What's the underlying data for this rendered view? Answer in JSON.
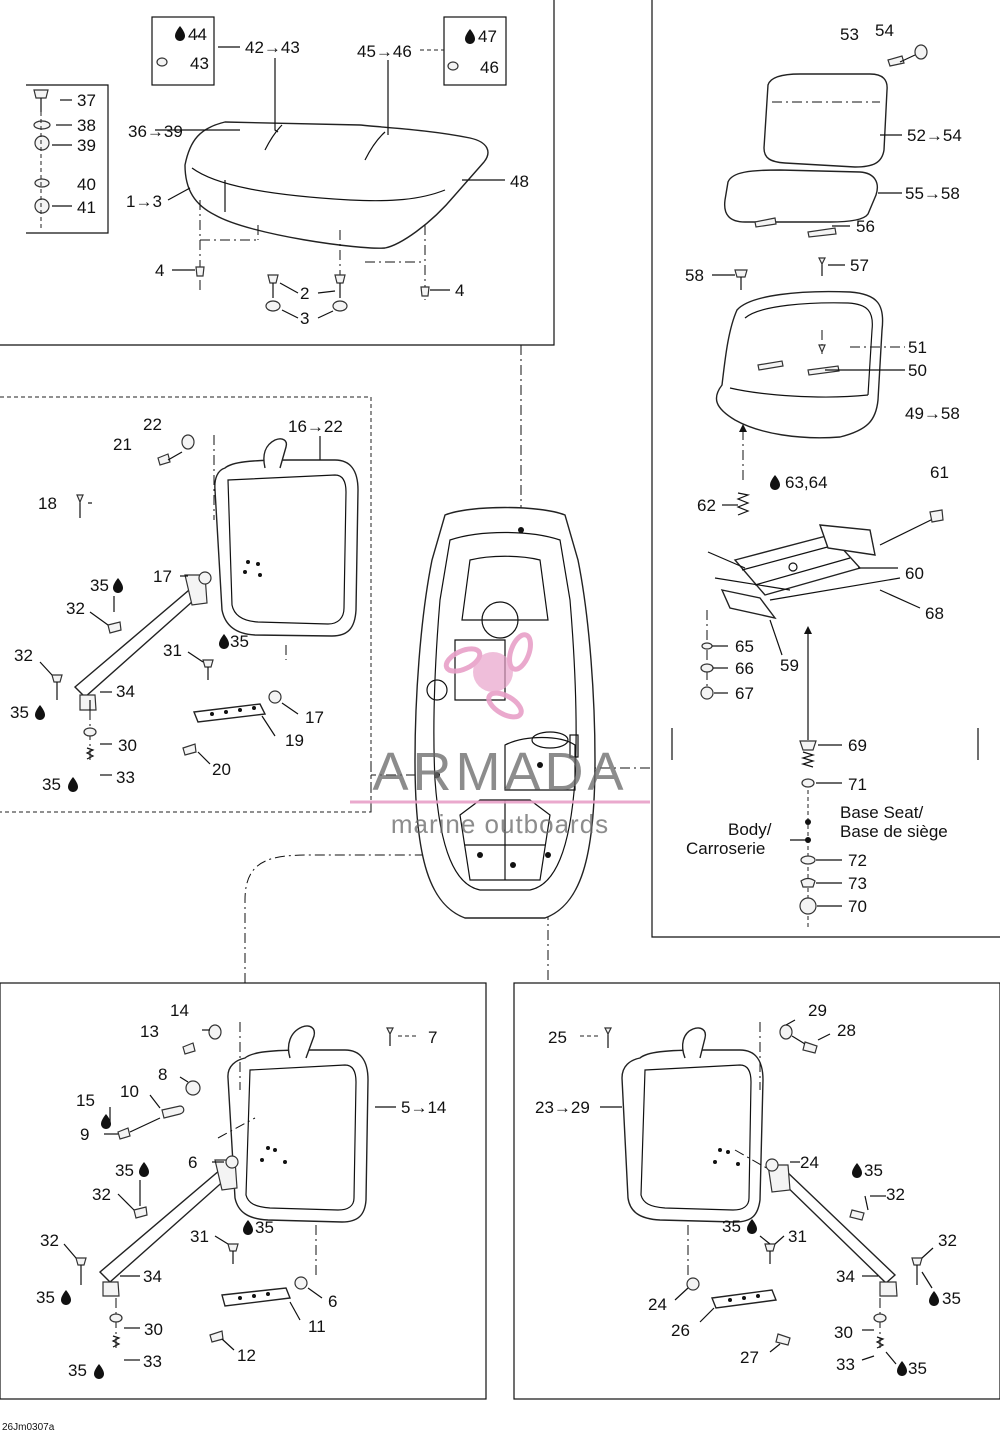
{
  "diagram_code": "26Jm0307a",
  "watermark": {
    "title": "ARMADA",
    "subtitle": "marine outboards",
    "accent_color": "#e8a0c8",
    "text_color": "#6a6a6a"
  },
  "base_labels": {
    "base_seat_en": "Base Seat/",
    "base_seat_fr": "Base de siège",
    "body_en": "Body/",
    "body_fr": "Carroserie"
  },
  "callouts": {
    "c44": "44",
    "c43": "43",
    "c42_43": "42→43",
    "c45_46": "45→46",
    "c47": "47",
    "c46": "46",
    "c37": "37",
    "c38": "38",
    "c39": "39",
    "c40": "40",
    "c41": "41",
    "c36_39": "36→39",
    "c1_3": "1→3",
    "c48": "48",
    "c4a": "4",
    "c4b": "4",
    "c2": "2",
    "c3": "3",
    "c53": "53",
    "c54": "54",
    "c52_54": "52→54",
    "c55_58": "55→58",
    "c56": "56",
    "c58": "58",
    "c57": "57",
    "c51": "51",
    "c50": "50",
    "c49_58": "49→58",
    "c61": "61",
    "c62": "62",
    "c63_64": "63,64",
    "c60": "60",
    "c68": "68",
    "c65": "65",
    "c66": "66",
    "c67": "67",
    "c59": "59",
    "c69": "69",
    "c71": "71",
    "c72": "72",
    "c73": "73",
    "c70": "70",
    "c22": "22",
    "c21": "21",
    "c16_22": "16→22",
    "c18": "18",
    "c35a": "35",
    "c17a": "17",
    "c32a": "32",
    "c31a": "31",
    "c35b": "35",
    "c32b": "32",
    "c34a": "34",
    "c35c": "35",
    "c17b": "17",
    "c19": "19",
    "c30a": "30",
    "c20": "20",
    "c35d": "35",
    "c33a": "33",
    "c14": "14",
    "c13": "13",
    "c7": "7",
    "c8": "8",
    "c10": "10",
    "c15": "15",
    "c9": "9",
    "c5_14": "5→14",
    "c35e": "35",
    "c6a": "6",
    "c32c": "32",
    "c31b": "31",
    "c35f": "35",
    "c32d": "32",
    "c34b": "34",
    "c35g": "35",
    "c6b": "6",
    "c30b": "30",
    "c11": "11",
    "c12": "12",
    "c35h": "35",
    "c33b": "33",
    "c29": "29",
    "c25": "25",
    "c28": "28",
    "c23_29": "23→29",
    "c24a": "24",
    "c35i": "35",
    "c32e": "32",
    "c35j": "35",
    "c31c": "31",
    "c32f": "32",
    "c34c": "34",
    "c35k": "35",
    "c24b": "24",
    "c26": "26",
    "c30c": "30",
    "c27": "27",
    "c33c": "33",
    "c35l": "35"
  }
}
